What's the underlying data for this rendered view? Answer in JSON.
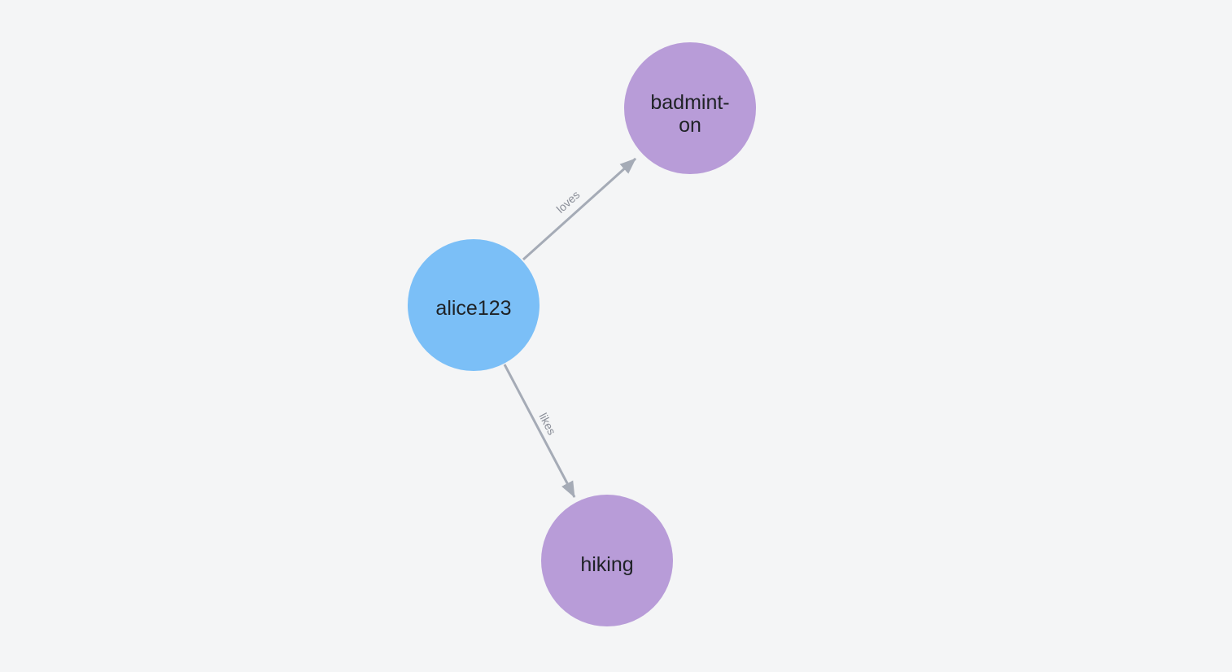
{
  "app": {
    "background_color": "#F4F5F6"
  },
  "graph": {
    "node_text_color": "#1F2226",
    "edge_color": "#A5ABB6",
    "edge_label_color": "#8A8E98",
    "nodes": [
      {
        "label": "alice123",
        "color": "#7BBFF7"
      },
      {
        "caption_lines": [
          "badmint-",
          "on"
        ],
        "color": "#B89CD8"
      },
      {
        "label": "hiking",
        "color": "#B89CD8"
      }
    ],
    "edges": [
      {
        "label": "loves",
        "from": "alice123",
        "to": "badminton"
      },
      {
        "label": "likes",
        "from": "alice123",
        "to": "hiking"
      }
    ]
  }
}
